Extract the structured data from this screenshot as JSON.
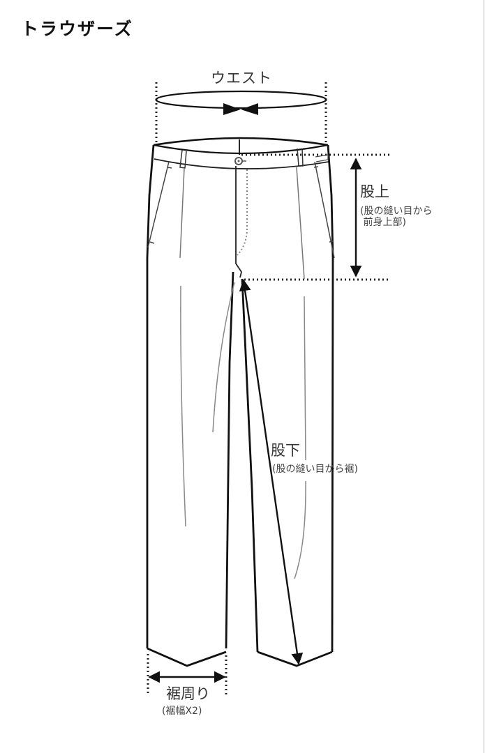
{
  "page": {
    "title": "トラウザーズ"
  },
  "measurements": {
    "waist": {
      "label": "ウエスト"
    },
    "rise": {
      "label": "股上",
      "note_line1": "(股の縫い目から",
      "note_line2": " 前身上部)"
    },
    "inseam": {
      "label": "股下",
      "note": "(股の縫い目から裾)"
    },
    "hem": {
      "label": "裾周り",
      "note": "(裾幅X2)"
    }
  },
  "colors": {
    "line": "#111111",
    "seam": "#777777",
    "text": "#333333",
    "background": "#ffffff"
  }
}
